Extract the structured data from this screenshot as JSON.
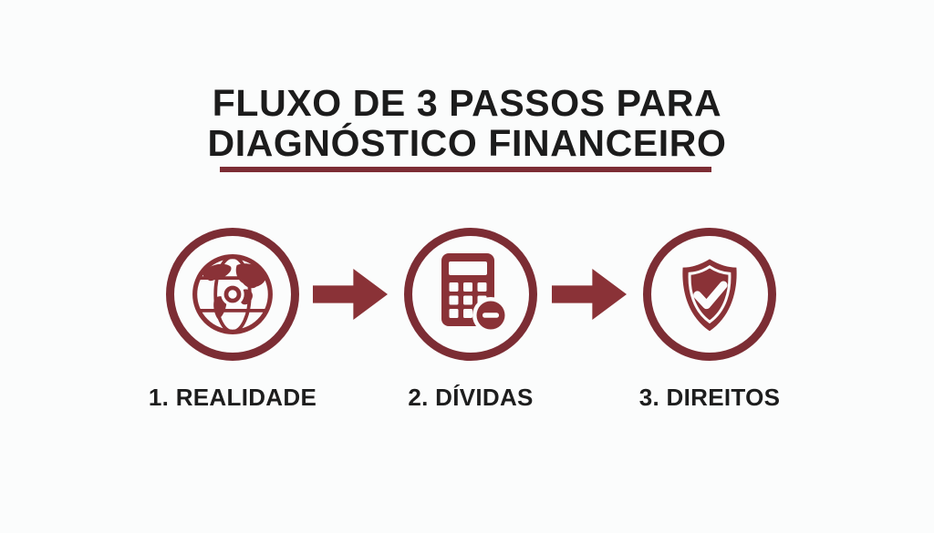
{
  "title": {
    "line1": "FLUXO DE 3 PASSOS PARA",
    "line2": "DIAGNÓSTICO FINANCEIRO"
  },
  "steps": [
    {
      "label": "1. REALIDADE",
      "icon": "globe-network-icon"
    },
    {
      "label": "2. DÍVIDAS",
      "icon": "calculator-minus-icon"
    },
    {
      "label": "3. DIREITOS",
      "icon": "shield-check-icon"
    }
  ],
  "connectors": [
    {
      "icon": "arrow-right-icon"
    },
    {
      "icon": "arrow-right-icon"
    }
  ],
  "colors": {
    "maroon": "#8a3237",
    "maroon_dark": "#7c2d34",
    "text": "#1c1c1c",
    "background": "#fbfcfc"
  }
}
